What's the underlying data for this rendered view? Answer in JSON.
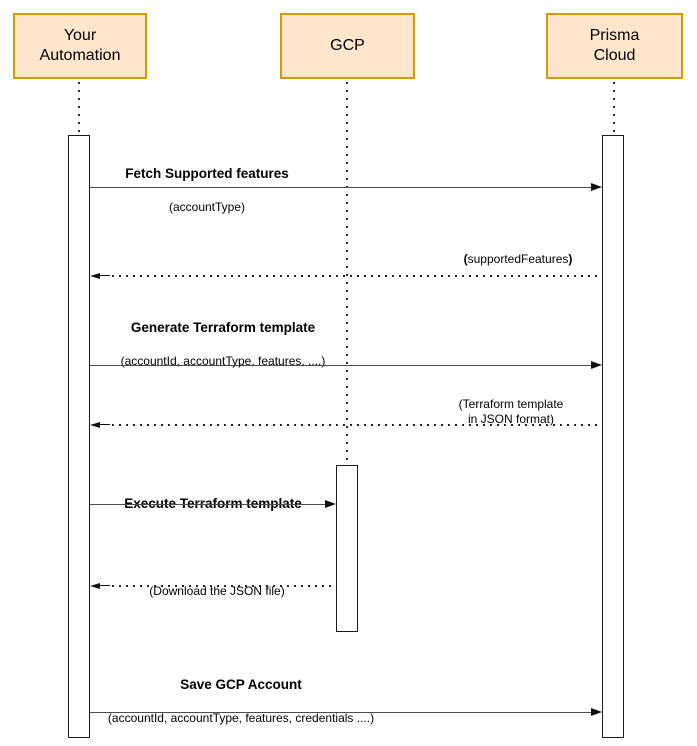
{
  "diagram": {
    "type": "sequence-diagram",
    "background_color": "#ffffff",
    "actor_fill_color": "#ffe6cc",
    "actor_border_color": "#d79b00",
    "line_color": "#4d4d4d",
    "text_color": "#000000"
  },
  "actors": [
    {
      "id": "your-automation",
      "name": "Your\nAutomation"
    },
    {
      "id": "gcp",
      "name": "GCP"
    },
    {
      "id": "prisma-cloud",
      "name": "Prisma\nCloud"
    }
  ],
  "messages": [
    {
      "from": "your-automation",
      "to": "prisma-cloud",
      "style": "solid",
      "title": "Fetch Supported features",
      "sub": "(accountType)"
    },
    {
      "from": "prisma-cloud",
      "to": "your-automation",
      "style": "dotted",
      "sub_open": "(",
      "sub_text": "supportedFeatures",
      "sub_close": ")"
    },
    {
      "from": "your-automation",
      "to": "prisma-cloud",
      "style": "solid",
      "title": "Generate Terraform template",
      "sub": "(accountId, accountType, features, ....)"
    },
    {
      "from": "prisma-cloud",
      "to": "your-automation",
      "style": "dotted",
      "sub": "(Terraform template\nin JSON format)"
    },
    {
      "from": "your-automation",
      "to": "gcp",
      "style": "solid",
      "title": "Execute Terraform template"
    },
    {
      "from": "gcp",
      "to": "your-automation",
      "style": "dotted",
      "sub": "(Download the JSON file)"
    },
    {
      "from": "your-automation",
      "to": "prisma-cloud",
      "style": "solid",
      "title": "Save GCP Account",
      "sub": "(accountId, accountType, features, credentials ....)"
    }
  ]
}
